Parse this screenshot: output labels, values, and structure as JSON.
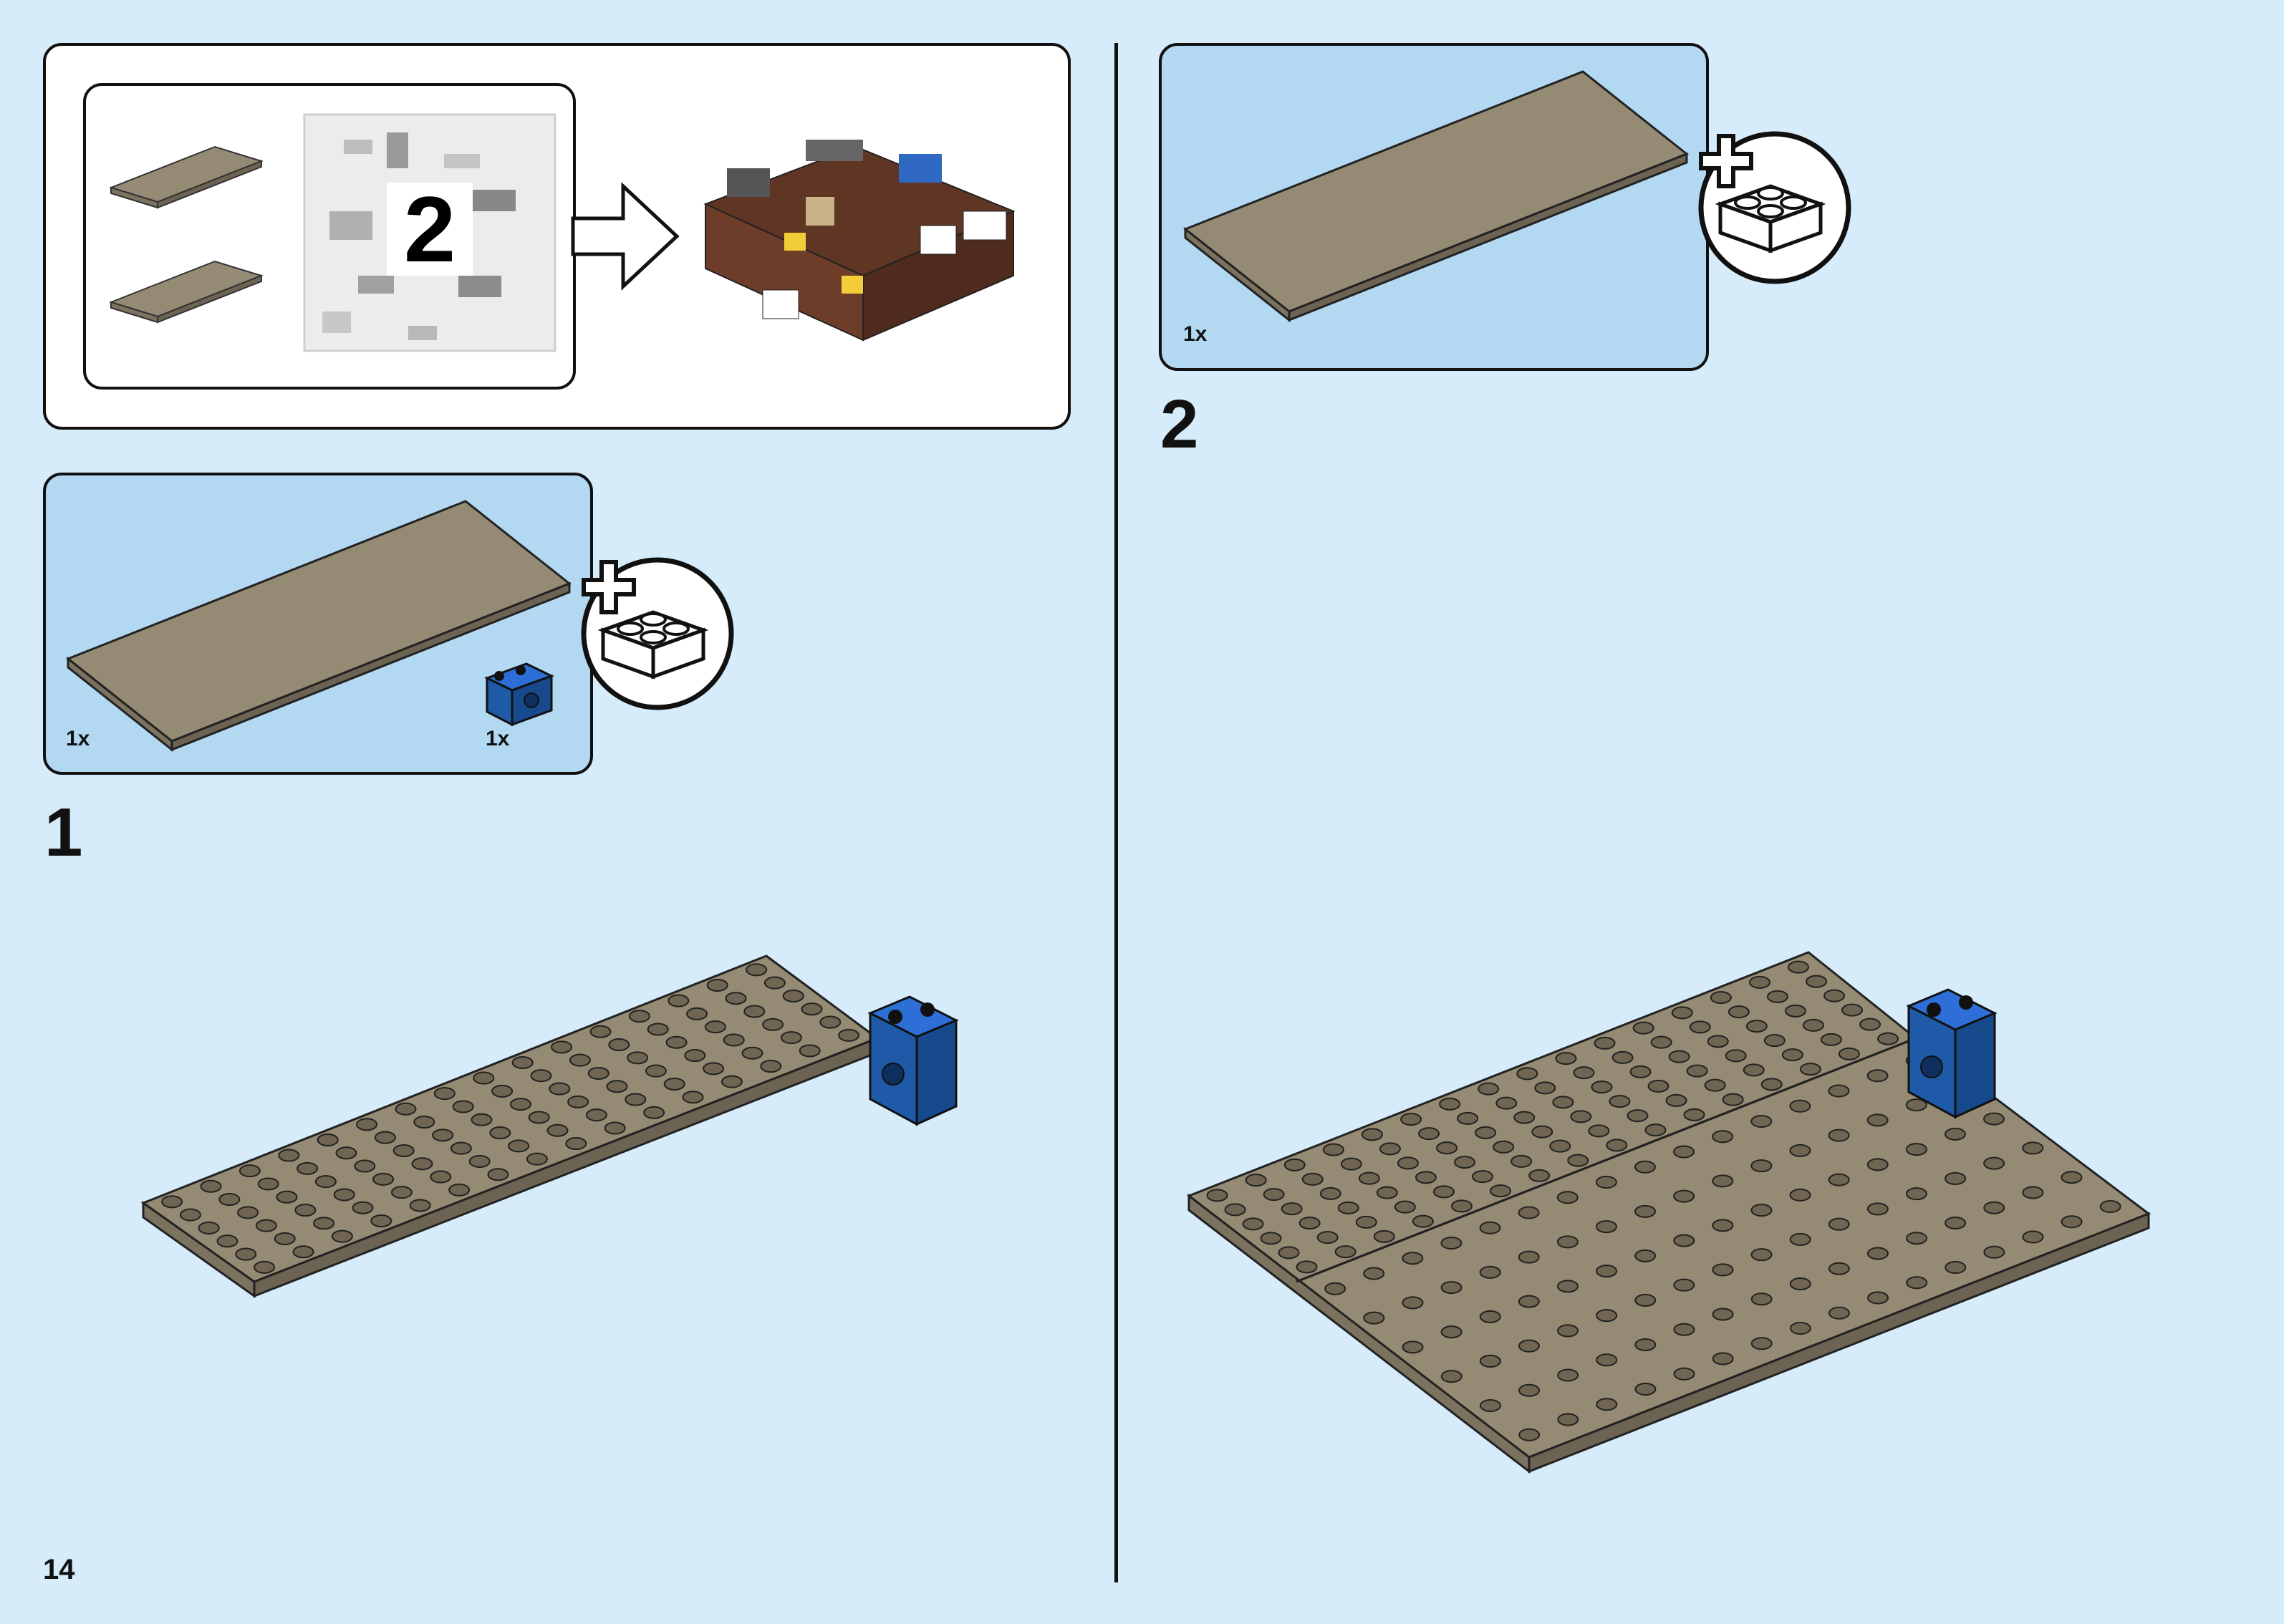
{
  "page": {
    "number": "14"
  },
  "intro": {
    "bag_number": "2",
    "parts": [
      {
        "name": "tan plate 6x16"
      },
      {
        "name": "tan plate 6x16"
      }
    ]
  },
  "step1": {
    "number": "1",
    "parts": [
      {
        "part": "tan-plate",
        "count": "1x"
      },
      {
        "part": "blue-technic-brick-1x2",
        "count": "1x"
      }
    ],
    "icon": "add-new-parts-icon"
  },
  "step2": {
    "number": "2",
    "parts": [
      {
        "part": "tan-plate",
        "count": "1x"
      }
    ],
    "icon": "add-new-parts-icon"
  },
  "colors": {
    "background": "#d6ecfb",
    "callout": "#b3d8f2",
    "tan": "#958a73",
    "tan_dark": "#7c7260",
    "blue": "#1e5aa8",
    "brown": "#5f3524"
  }
}
